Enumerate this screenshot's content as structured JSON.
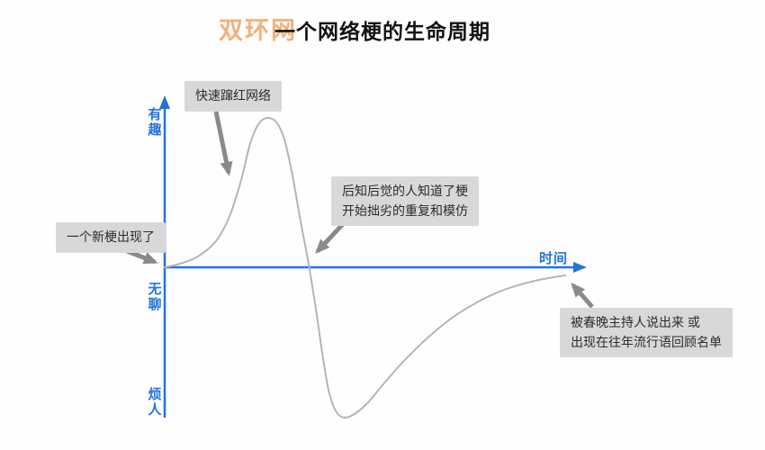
{
  "watermark": "双环网",
  "colors": {
    "axis_blue": "#2373d8",
    "curve_gray": "#b5b5b5",
    "arrow_gray": "#8a8a8a",
    "box_bg": "#d8d8d8",
    "box_text": "#2c2c2c",
    "title_black": "#121212",
    "watermark_orange": "#f09f5e",
    "bg": "#fefefe"
  },
  "chart_data": {
    "type": "line",
    "title": "一个网络梗的生命周期",
    "xlabel": "时间",
    "y_axis_labels": {
      "top": "有趣",
      "origin": "无聊",
      "bottom": "烦人"
    },
    "xlim": [
      0,
      1
    ],
    "ylim": [
      -1.05,
      1.05
    ],
    "grid": false,
    "x": [
      0,
      0.038,
      0.083,
      0.128,
      0.162,
      0.191,
      0.213,
      0.234,
      0.256,
      0.279,
      0.299,
      0.319,
      0.339,
      0.36,
      0.378,
      0.396,
      0.411,
      0.429,
      0.449,
      0.474,
      0.506,
      0.544,
      0.589,
      0.645,
      0.712,
      0.78,
      0.847,
      0.915,
      0.971,
      1.0
    ],
    "y": [
      0,
      0.024,
      0.072,
      0.174,
      0.341,
      0.581,
      0.82,
      0.952,
      0.994,
      0.964,
      0.85,
      0.611,
      0.311,
      0.012,
      -0.287,
      -0.617,
      -0.838,
      -0.964,
      -1.0,
      -0.976,
      -0.904,
      -0.784,
      -0.647,
      -0.497,
      -0.347,
      -0.233,
      -0.15,
      -0.096,
      -0.066,
      -0.054
    ],
    "annotations": [
      {
        "text": "一个新梗出现了",
        "points_to": "curve-start-at-origin"
      },
      {
        "text": "快速蹿红网络",
        "points_to": "rising-phase"
      },
      {
        "text": "后知后觉的人知道了梗\n开始拙劣的重复和模仿",
        "points_to": "falling-phase-crossing-axis"
      },
      {
        "text": "被春晚主持人说出来 或\n出现在往年流行语回顾名单",
        "points_to": "curve-end"
      }
    ]
  }
}
